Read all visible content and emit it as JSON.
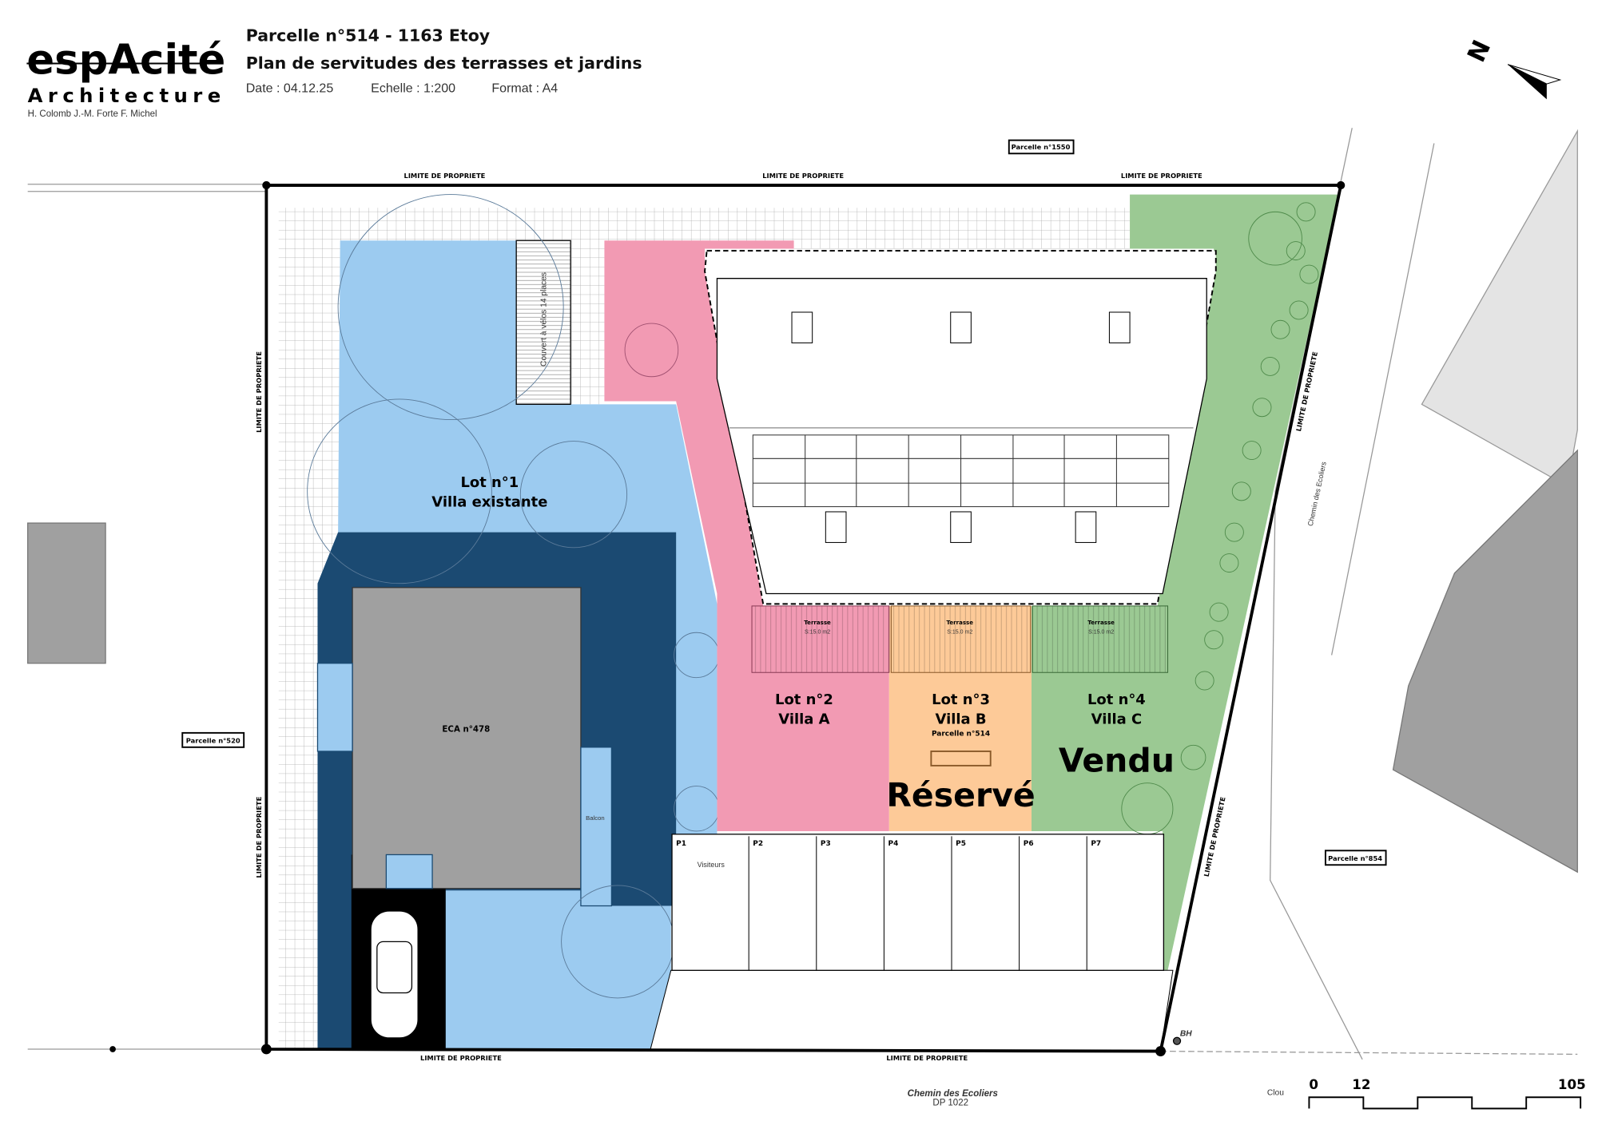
{
  "header": {
    "logo_text": "espAcité",
    "logo_sub": "Architecture",
    "logo_names": "H. Colomb J.-M. Forte F. Michel",
    "title": "Parcelle n°514 - 1163 Etoy",
    "subtitle": "Plan de servitudes des terrasses et jardins",
    "date": "Date : 04.12.25",
    "scale": "Echelle : 1:200",
    "format": "Format : A4"
  },
  "north_label": "N",
  "boundary_label": "LIMITE DE PROPRIETE",
  "parcels": {
    "p1550": "Parcelle n°1550",
    "p520": "Parcelle n°520",
    "p854": "Parcelle n°854",
    "p514": "Parcelle n°514"
  },
  "lots": {
    "lot1": {
      "title": "Lot n°1",
      "name": "Villa existante",
      "color": "#9ccbf0"
    },
    "lot2": {
      "title": "Lot n°2",
      "name": "Villa A",
      "color": "#f29ab3"
    },
    "lot3": {
      "title": "Lot n°3",
      "name": "Villa B",
      "color": "#fdca98",
      "status": "Réservé"
    },
    "lot4": {
      "title": "Lot n°4",
      "name": "Villa C",
      "color": "#9bc993",
      "status": "Vendu"
    }
  },
  "terrace": {
    "label": "Terrasse",
    "area": "S:15.0 m2"
  },
  "building": {
    "eca": "ECA n°478",
    "balcon": "Balcon",
    "bike_shelter": "Couvert à vélos 14 places"
  },
  "parking": {
    "stalls": [
      "P1",
      "P2",
      "P3",
      "P4",
      "P5",
      "P6",
      "P7"
    ],
    "visitors": "Visiteurs"
  },
  "road": {
    "name": "Chemin des Ecoliers",
    "dp": "DP 1022"
  },
  "markers": {
    "bh": "BH",
    "clou": "Clou"
  },
  "scale_bar": {
    "ticks": [
      "0",
      "12",
      "105"
    ]
  },
  "colors": {
    "dark_blue": "#1b4a72",
    "house_gray": "#a0a0a0"
  }
}
